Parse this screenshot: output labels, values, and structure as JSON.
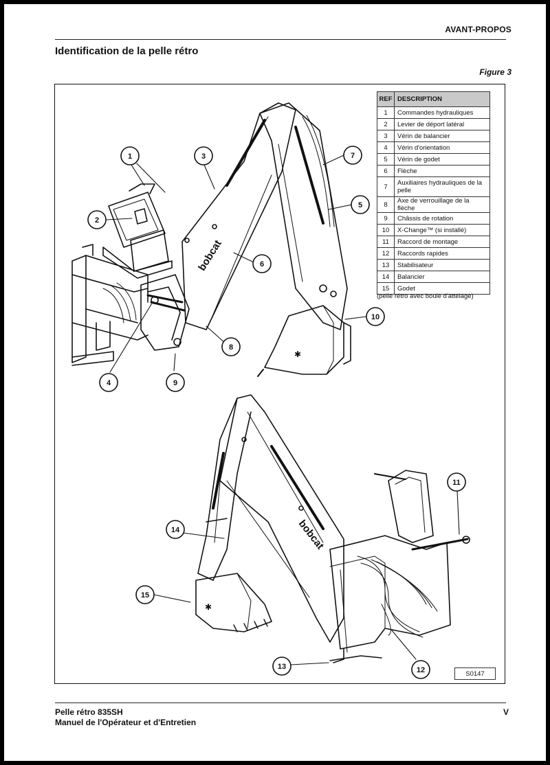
{
  "header": {
    "section": "AVANT-PROPOS"
  },
  "page_title": "Identification de la pelle rétro",
  "figure_label": "Figure 3",
  "table": {
    "col_ref": "REF",
    "col_desc": "DESCRIPTION",
    "rows": [
      {
        "ref": "1",
        "desc": "Commandes hydrauliques"
      },
      {
        "ref": "2",
        "desc": "Levier de déport latéral"
      },
      {
        "ref": "3",
        "desc": "Vérin de balancier"
      },
      {
        "ref": "4",
        "desc": "Vérin d'orientation"
      },
      {
        "ref": "5",
        "desc": "Vérin de godet"
      },
      {
        "ref": "6",
        "desc": "Flèche"
      },
      {
        "ref": "7",
        "desc": "Auxiliaires hydrauliques de la pelle"
      },
      {
        "ref": "8",
        "desc": "Axe de verrouillage de la flèche"
      },
      {
        "ref": "9",
        "desc": "Châssis de rotation"
      },
      {
        "ref": "10",
        "desc": "X-Change™ (si installé)"
      },
      {
        "ref": "11",
        "desc": "Raccord de montage"
      },
      {
        "ref": "12",
        "desc": "Raccords rapides"
      },
      {
        "ref": "13",
        "desc": "Stabilisateur"
      },
      {
        "ref": "14",
        "desc": "Balancier"
      },
      {
        "ref": "15",
        "desc": "Godet"
      }
    ],
    "note": "(pelle rétro avec boule d'attelage)"
  },
  "drawing_code": "S0147",
  "brand_marks": [
    "bobcat",
    "bobcat"
  ],
  "callouts": [
    "1",
    "2",
    "3",
    "4",
    "5",
    "6",
    "7",
    "8",
    "9",
    "10",
    "11",
    "12",
    "13",
    "14",
    "15"
  ],
  "footer": {
    "line1": "Pelle rétro 835SH",
    "line2": "Manuel de l'Opérateur et d'Entretien",
    "page_number": "V"
  }
}
